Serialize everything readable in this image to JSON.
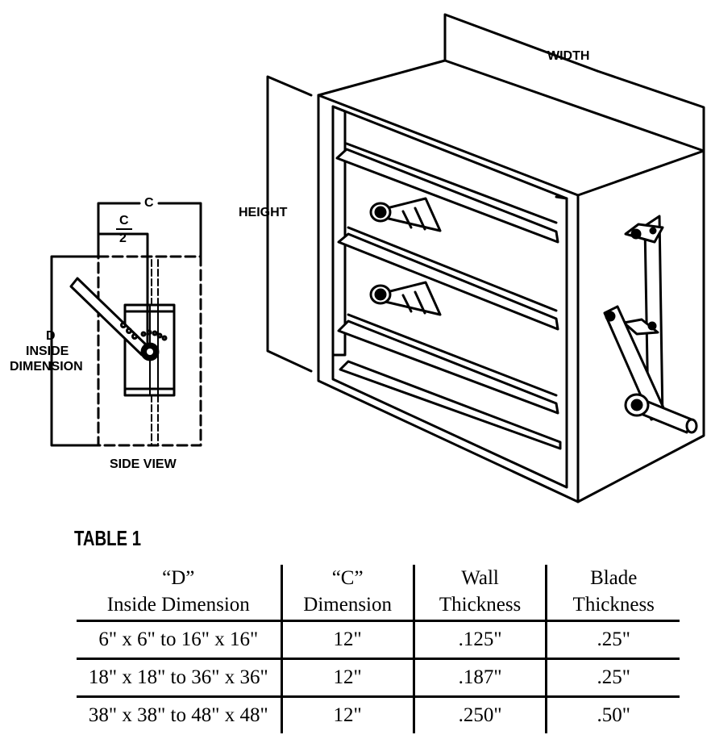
{
  "labels": {
    "width": "WIDTH",
    "height": "HEIGHT",
    "c": "C",
    "c_half_num": "C",
    "c_half_den": "2",
    "d": "D",
    "inside": "INSIDE",
    "dimension": "DIMENSION",
    "side_view": "SIDE VIEW"
  },
  "table": {
    "title": "TABLE 1",
    "headers": [
      {
        "line1": "“D”",
        "line2": "Inside Dimension"
      },
      {
        "line1": "“C”",
        "line2": "Dimension"
      },
      {
        "line1": "Wall",
        "line2": "Thickness"
      },
      {
        "line1": "Blade",
        "line2": "Thickness"
      }
    ],
    "rows": [
      [
        "6\" x 6\"   to   16\" x 16\"",
        "12\"",
        ".125\"",
        ".25\""
      ],
      [
        "18\" x 18\"  to  36\" x 36\"",
        "12\"",
        ".187\"",
        ".25\""
      ],
      [
        "38\" x 38\"  to  48\" x 48\"",
        "12\"",
        ".250\"",
        ".50\""
      ]
    ]
  }
}
